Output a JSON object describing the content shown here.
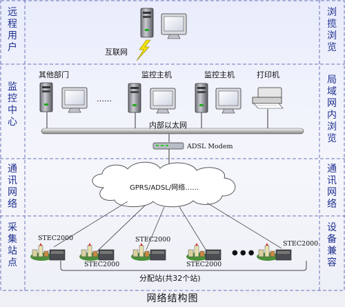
{
  "bands": [
    {
      "left_chars": [
        "远",
        "程",
        "用",
        "户"
      ],
      "right_chars": [
        "浏",
        "揽",
        "浏",
        "览"
      ]
    },
    {
      "left_chars": [
        "监",
        "控",
        "中",
        "心"
      ],
      "right_chars": [
        "局",
        "域",
        "网",
        "内",
        "浏",
        "览"
      ]
    },
    {
      "left_chars": [
        "通",
        "讯",
        "网",
        "络"
      ],
      "right_chars": [
        "通",
        "讯",
        "网",
        "络"
      ]
    },
    {
      "left_chars": [
        "采",
        "集",
        "站",
        "点"
      ],
      "right_chars": [
        "设",
        "备",
        "兼",
        "容"
      ]
    }
  ],
  "labels": {
    "internet": "互联网",
    "other_dept": "其他部门",
    "monitor_host_1": "监控主机",
    "monitor_host_2": "监控主机",
    "printer": "打印机",
    "ellipsis_1": "……",
    "intranet": "内部以太网",
    "modem": "ADSL Modem",
    "cloud": "GPRS/ADSL/网络……",
    "stec": "STEC2000",
    "dots": "● ● ●",
    "substation": "分配站(共32个站)"
  },
  "caption": "网络结构图"
}
